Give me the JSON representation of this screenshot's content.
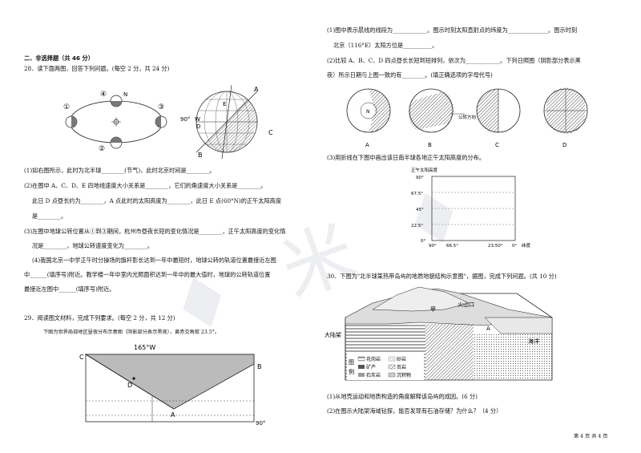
{
  "section": {
    "title": "二、非选择题（共 46 分）"
  },
  "q28": {
    "intro": "28．读下面两图，回答下列问题。(每空 2 分，共 24 分)",
    "orbit_labels": [
      "①",
      "②",
      "③",
      "④",
      "N"
    ],
    "globe_labels": {
      "a": "A",
      "b": "B",
      "c": "C",
      "e": "E",
      "w": "W",
      "d": "D",
      "lat": "90°"
    },
    "p1": "(1)如右图所示，此时为北半球________(节气)，此时北京时间是________。",
    "p2a": "(2)在图中 A、C、D、E 四地线速度大小关系是________，它们的角速度大小关系是________。",
    "p2b": "此日 D 点昼长约为________，A 点此时的太阳高度为________，此日 E 点(60°N)的正午太阳高度",
    "p2c": "是________。",
    "p3a": "(3)左图中地球公转位置从①到③期间，杭州市昼夜长短的变化情况是________，正午太阳高度的变化情",
    "p3b": "况是________，地球公转速度变化为________。",
    "p4a": "(4)我国北京一中学正午时分操场的旗杆影长达到一年中最短时，地球公转的轨道位置最接近左图",
    "p4b": "中______(填序号)附近。教学楼一年中室内光照面积达到一年中的最大值时，地球的公转轨道位置",
    "p4c": "最接近左图中______(填序号)附近。"
  },
  "q29": {
    "intro": "29．阅读图文材料，完成下列要求。(每空 2 分，共 12 分)",
    "caption": "下图为世界局部地区昼夜分布示意图（阴影部分表示黑夜），黄赤交角取 23.5°。",
    "lon": "165°W",
    "pts": {
      "a": "A",
      "b": "B",
      "c": "C",
      "d": "D"
    },
    "lat": "90°"
  },
  "right": {
    "q1a": "(1)图中表示晨线的线段为____________。图示时刻太阳直射点的纬度为______________。图示时刻",
    "q1b": "北京（116°E）太阳方位是__________。",
    "q2a": "(2)比较 A、B、C、D 四点昼长长短到短排列，依次为____________。下列日照图（阴影部分表示黑",
    "q2b": "夜）所示日期与上图一致的有________。(填正确选项的字母代号)",
    "options": [
      "A",
      "B",
      "C",
      "D"
    ],
    "orbit_dir": "公转方向",
    "q3": "(3)用折线在下图中画出该日南半球各地正午太阳高度的分布。",
    "graph": {
      "title": "正午太阳高度",
      "yticks": [
        "90°",
        "67.5°",
        "45°",
        "22.5°",
        "0°"
      ],
      "xticks": [
        "90°",
        "66.5°",
        "23.50°",
        "0°"
      ],
      "xunit": "纬度"
    },
    "q30": "30．下图为\"北半球某热带岛屿的地质地貌结构示意图\"，据图，完成下列问题。(共 10 分)",
    "block": {
      "shelf": "大陆架",
      "ocean": "海洋",
      "crater": "火山口",
      "mid": "甲",
      "pa": "A",
      "legend_title": [
        "图",
        "例"
      ],
      "legend": [
        "花岗岩",
        "砂岩",
        "矿产",
        "页岩",
        "石灰岩",
        "沉积物"
      ]
    },
    "q30_1": "(1)从地壳运动和地质构造的角度解释该岛屿的成因。(6 分)",
    "q30_2": "(2)在图示大陆架海域钻探，能否发现有石油存储？为什么？（4 分）"
  },
  "footer": "第 4 页 共 4 页"
}
